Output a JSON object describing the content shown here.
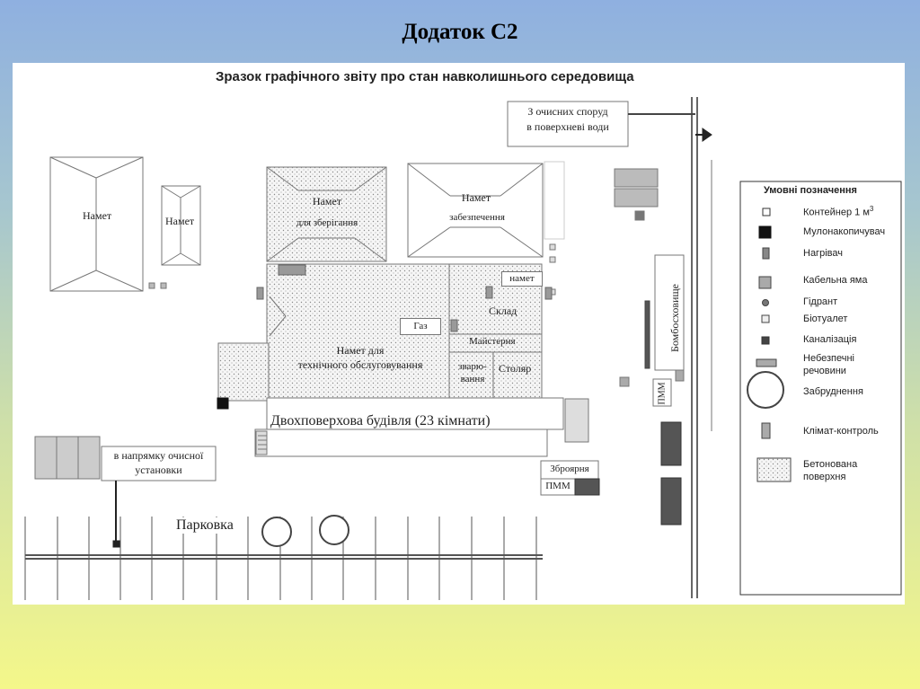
{
  "slide": {
    "title": "Додаток С2"
  },
  "plan": {
    "title": "Зразок графічного звіту про  стан навколишнього середовища",
    "labels": {
      "tent_left": "Намет",
      "tent_small": "Намет",
      "tent_storage": "Намет",
      "tent_storage_sub": "для зберігання",
      "tent_supply": "Намет",
      "tent_supply_sub": "забезпечення",
      "tent_small_store": "намет",
      "warehouse": "Склад",
      "gas": "Газ",
      "workshop": "Майстерня",
      "service_tent_line1": "Намет для",
      "service_tent_line2": "технічного обслуговування",
      "welding_line1": "зварю-",
      "welding_line2": "вання",
      "carpentry": "Столяр",
      "main_building": "Двохповерхова будівля (23 кімнати)",
      "armory": "Зброярня",
      "pmm_bottom": "ПММ",
      "pmm_side": "ПММ",
      "bomb_shelter": "Бомбосховище",
      "wastewater_line1": "З очисних споруд",
      "wastewater_line2": "в поверхневі води",
      "treatment_line1": "в напрямку очисної",
      "treatment_line2": "установки",
      "parking": "Парковка"
    }
  },
  "legend": {
    "heading": "Умовні позначення",
    "items": [
      {
        "label": "Контейнер 1 м",
        "sup": "3",
        "icon": "container-icon"
      },
      {
        "label": "Мулонакопичувач",
        "icon": "sludge-collector-icon"
      },
      {
        "label": "Нагрівач",
        "icon": "heater-icon"
      },
      {
        "label": "Кабельна яма",
        "icon": "cable-pit-icon"
      },
      {
        "label": "Гідрант",
        "icon": "hydrant-icon"
      },
      {
        "label": "Біотуалет",
        "icon": "biotoilet-icon"
      },
      {
        "label": "Каналізація",
        "icon": "sewer-icon"
      },
      {
        "label": "Небезпечні",
        "label2": "речовини",
        "icon": "hazardous-substances-icon"
      },
      {
        "label": "Забруднення",
        "icon": "pollution-icon"
      },
      {
        "label": "Клімат-контроль",
        "icon": "climate-control-icon"
      },
      {
        "label": "Бетонована",
        "label2": "поверхня",
        "icon": "concrete-surface-icon"
      }
    ]
  }
}
